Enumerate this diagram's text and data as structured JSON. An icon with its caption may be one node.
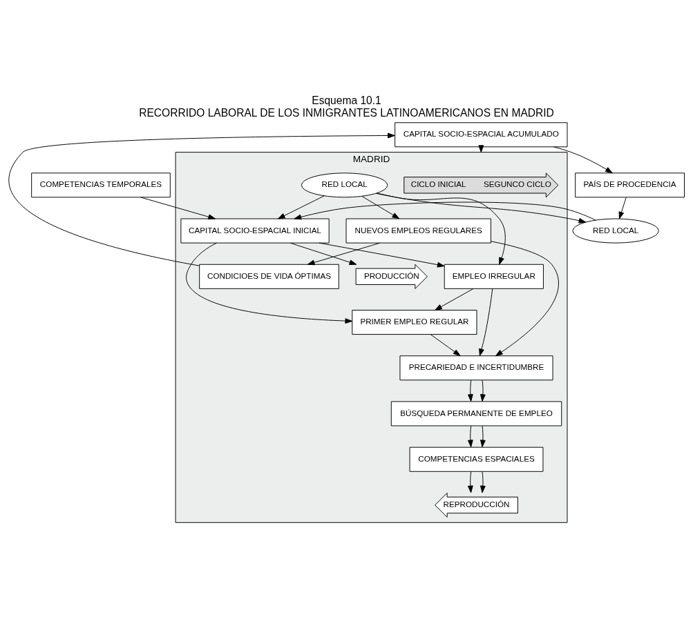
{
  "diagram": {
    "title": "Esquema 10.1",
    "caption": "RECORRIDO LABORAL DE LOS INMIGRANTES LATINOAMERICANOS EN MADRID",
    "nodes": [
      {
        "text": [
          "PAÍS DE PROCEDENCIA"
        ]
      },
      {
        "text": [
          "RED LOCAL"
        ]
      },
      {
        "text": [
          "COMPETENCIAS TEMPORALES"
        ]
      },
      {
        "text": [
          "MADRID"
        ]
      },
      {
        "text": [
          "CICLO INICIAL",
          "SEGUNCO CICLO"
        ],
        "in": 3
      },
      {
        "text": [
          "PRODUCCIÓN"
        ],
        "in": 3
      },
      {
        "text": [
          "CAPITAL SOCIO-ESPACIAL INICIAL"
        ],
        "in": 3
      },
      {
        "text": [
          "RED LOCAL"
        ],
        "in": 3
      },
      {
        "text": [
          "REPRODUCCIÓN"
        ],
        "in": 3
      },
      {
        "text": [
          "CONDICIOES DE VIDA ÓPTIMAS"
        ],
        "in": 3
      },
      {
        "text": [
          "EMPLEO IRREGULAR"
        ],
        "in": 3
      },
      {
        "text": [
          "COMPETENCIAS ESPACIALES"
        ],
        "in": 3
      },
      {
        "text": [
          "PRIMER EMPLEO REGULAR"
        ],
        "in": 3
      },
      {
        "text": [
          "NUEVOS EMPLEOS REGULARES"
        ],
        "in": 3
      },
      {
        "text": [
          "BÚSQUEDA PERMANENTE DE EMPLEO"
        ],
        "in": 3
      },
      {
        "text": [
          "PRECARIEDAD E INCERTIDUMBRE"
        ],
        "in": 3
      },
      {
        "text": [
          "CAPITAL SOCIO-ESPACIAL ACUMULADO"
        ]
      }
    ],
    "edges": [
      {
        "from": 16,
        "to": 0,
        "arrow": "to"
      },
      {
        "from": 16,
        "to": 3,
        "arrow": "to"
      },
      {
        "from": 0,
        "to": 1,
        "arrow": "to"
      },
      {
        "from": 1,
        "to": 6,
        "arrow": "to"
      },
      {
        "from": 2,
        "to": 6,
        "arrow": "to"
      },
      {
        "from": 7,
        "to": 1,
        "arrow": "to"
      },
      {
        "from": 6,
        "to": 5,
        "arrow": "to"
      },
      {
        "from": 7,
        "to": 6,
        "arrow": "to"
      },
      {
        "from": 7,
        "to": 10,
        "arrow": "to"
      },
      {
        "from": 6,
        "to": 10,
        "arrow": "to"
      },
      {
        "from": 6,
        "to": 12,
        "arrow": "to"
      },
      {
        "from": 7,
        "to": 13,
        "arrow": "to"
      },
      {
        "from": 10,
        "to": 12,
        "arrow": "to"
      },
      {
        "from": 10,
        "to": 15,
        "arrow": "to"
      },
      {
        "from": 12,
        "to": 15,
        "arrow": "to"
      },
      {
        "from": 13,
        "to": 15,
        "arrow": "to"
      },
      {
        "from": 13,
        "to": 9,
        "arrow": "to"
      },
      {
        "from": 9,
        "to": 16,
        "arrow": "to"
      },
      {
        "from": 15,
        "to": 14,
        "arrow": "to"
      },
      {
        "from": 15,
        "to": 14,
        "arrow": "to"
      },
      {
        "from": 14,
        "to": 11,
        "arrow": "to"
      },
      {
        "from": 14,
        "to": 11,
        "arrow": "to"
      },
      {
        "from": 11,
        "to": 8,
        "arrow": "to"
      },
      {
        "from": 11,
        "to": 8,
        "arrow": "to"
      }
    ]
  }
}
